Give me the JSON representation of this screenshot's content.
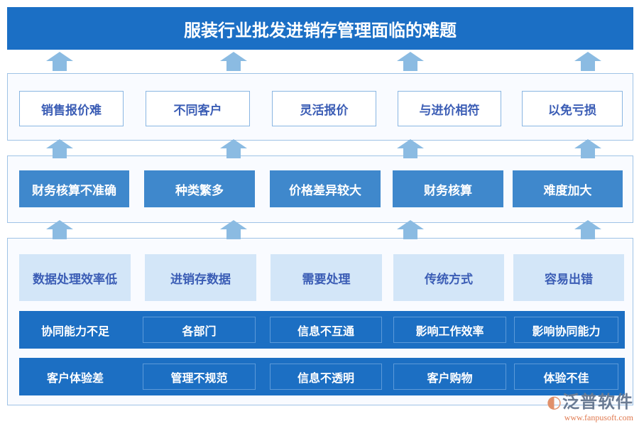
{
  "title": "服装行业批发进销存管理面临的难题",
  "top_row": [
    "销售报价难",
    "不同客户",
    "灵活报价",
    "与进价相符",
    "以免亏损"
  ],
  "middle_row": [
    "财务核算不准确",
    "种类繁多",
    "价格差异较大",
    "财务核算",
    "难度加大"
  ],
  "light_row": [
    "数据处理效率低",
    "进销存数据",
    "需要处理",
    "传统方式",
    "容易出错"
  ],
  "coop_row": {
    "label": "协同能力不足",
    "items": [
      "各部门",
      "信息不互通",
      "影响工作效率",
      "影响协同能力"
    ]
  },
  "customer_row": {
    "label": "客户体验差",
    "items": [
      "管理不规范",
      "信息不透明",
      "客户购物",
      "体验不佳"
    ]
  },
  "logo": {
    "name": "泛普软件",
    "url": "www.fanpusoft.com"
  },
  "colors": {
    "title": "#1b6fc5",
    "arrow": "#8bbbe2",
    "dark_box": "#3f88cc",
    "light_box": "#d3e6f8"
  }
}
